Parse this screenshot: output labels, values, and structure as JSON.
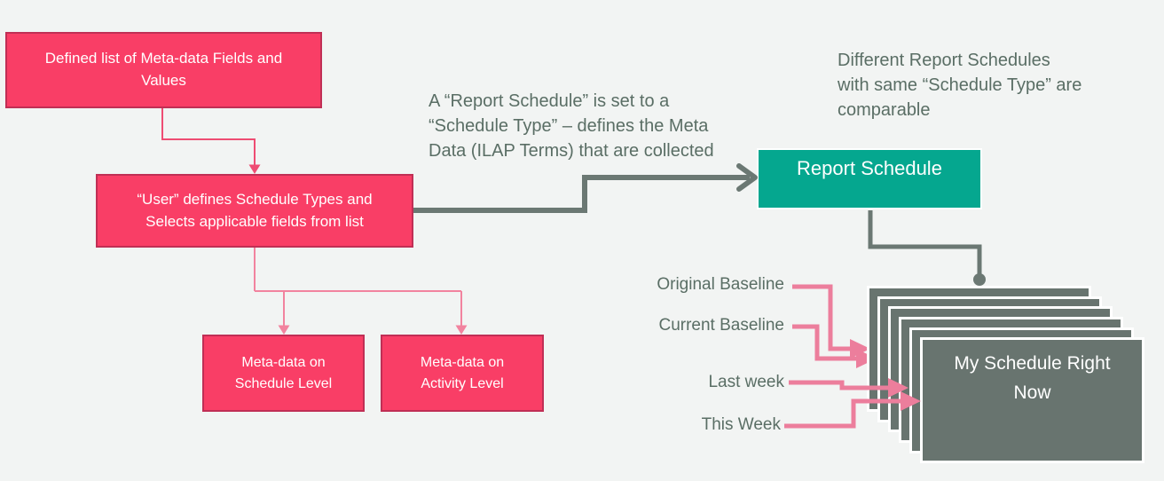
{
  "title": "Report Schedule meta-data diagram",
  "colors": {
    "background": "#f2f4f3",
    "accent_pink": "#f93e66",
    "pink_border": "#c02f55",
    "teal": "#05a78f",
    "slate_gray": "#68746f",
    "text_gray_green": "#5a6e65",
    "arrow_pink": "#ec7e9c",
    "connector_pink": "#ee4d73",
    "branch_pink": "#f2839f"
  },
  "boxes": {
    "defined_list": {
      "label": "Defined list of Meta-data Fields and Values"
    },
    "user_defines": {
      "label": "“User” defines Schedule Types and Selects applicable fields from list"
    },
    "meta_schedule": {
      "label": "Meta-data on Schedule Level"
    },
    "meta_activity": {
      "label": "Meta-data on Activity Level"
    },
    "report_schedule": {
      "label": "Report Schedule"
    }
  },
  "annotations": {
    "set_to": {
      "lines": [
        "A “Report Schedule” is set to a",
        "“Schedule Type” – defines the Meta",
        "Data (ILAP Terms) that are collected"
      ]
    },
    "comparable": {
      "lines": [
        "Different Report Schedules",
        "with same “Schedule Type” are",
        "comparable"
      ]
    }
  },
  "stack": {
    "layers": 6,
    "front_label": "My Schedule Right Now",
    "labels": [
      {
        "text": "Original Baseline"
      },
      {
        "text": "Current Baseline"
      },
      {
        "text": "Last week"
      },
      {
        "text": "This Week"
      }
    ]
  }
}
